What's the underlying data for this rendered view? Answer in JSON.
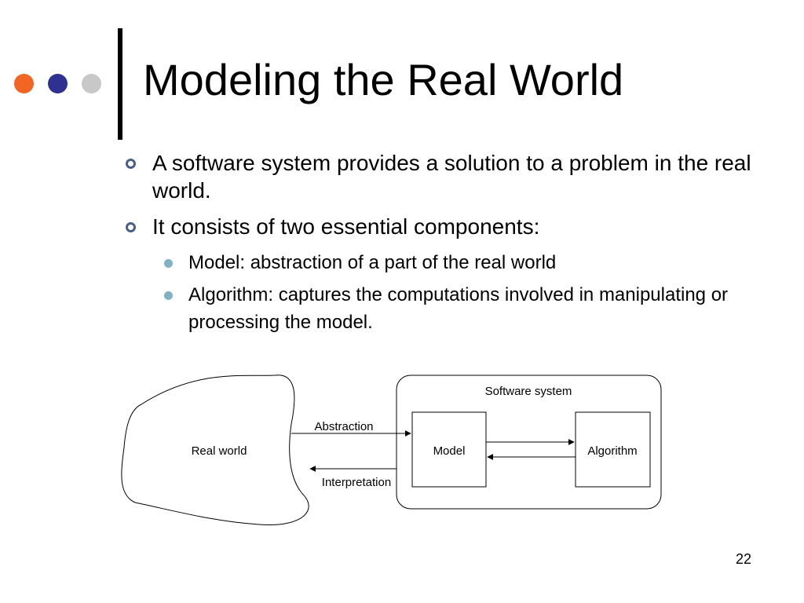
{
  "slide": {
    "title": "Modeling the Real World",
    "page_number": "22",
    "accent_colors": {
      "dot1": "#f26522",
      "dot2": "#2e3192",
      "dot3": "#c8c8c8",
      "bullet_ring": "#4a5f86",
      "sub_bullet": "#7fb3c4"
    }
  },
  "bullets": [
    {
      "text": "A software system provides a solution to a problem in the real world."
    },
    {
      "text": "It consists of two essential components:",
      "sub": [
        {
          "text": "Model: abstraction of a part of the real world"
        },
        {
          "text": "Algorithm: captures the computations involved in manipulating or processing the model."
        }
      ]
    }
  ],
  "diagram": {
    "real_world_label": "Real world",
    "software_system_label": "Software system",
    "model_label": "Model",
    "algorithm_label": "Algorithm",
    "abstraction_label": "Abstraction",
    "interpretation_label": "Interpretation"
  }
}
